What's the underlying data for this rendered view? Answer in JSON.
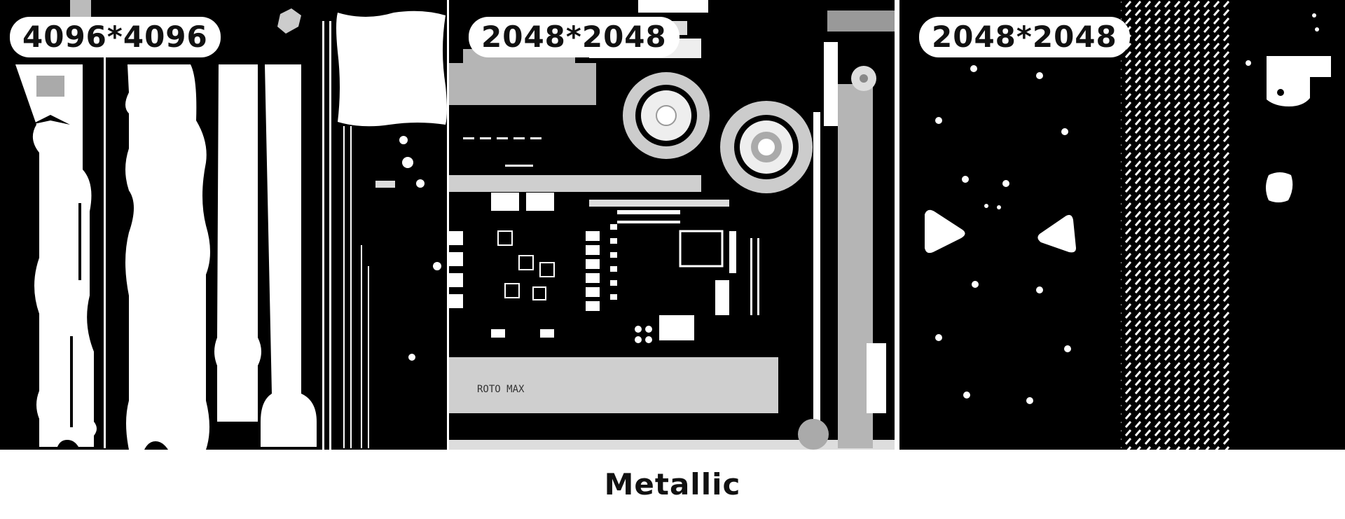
{
  "panels": [
    {
      "resolution_label": "4096*4096",
      "icon": "texture-uv-map-1"
    },
    {
      "resolution_label": "2048*2048",
      "icon": "texture-uv-map-2",
      "board_text": "ROTO MAX"
    },
    {
      "resolution_label": "2048*2048",
      "icon": "texture-uv-map-3"
    }
  ],
  "caption": "Metallic",
  "colors": {
    "background": "#000000",
    "mask": "#ffffff",
    "grey": "#b5b5b5",
    "caption_bg": "#ffffff",
    "text": "#111111"
  }
}
